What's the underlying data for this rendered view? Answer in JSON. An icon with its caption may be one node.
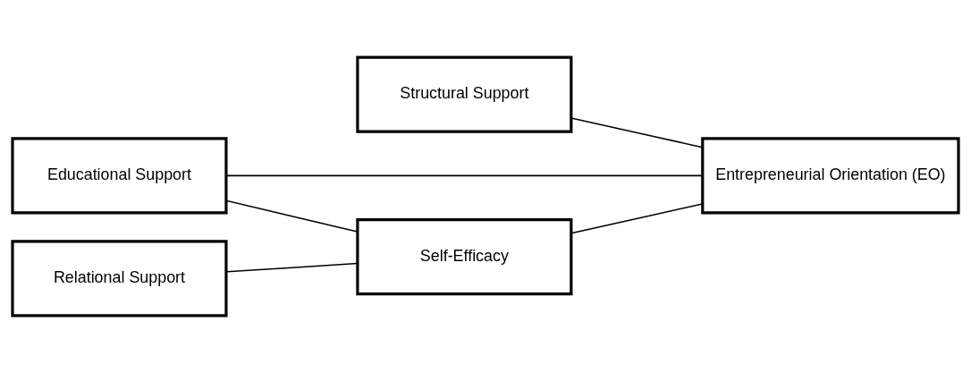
{
  "diagram": {
    "nodes": [
      {
        "text": [
          "Structural Support"
        ]
      },
      {
        "text": [
          "Relational Support"
        ]
      },
      {
        "text": [
          "Educational Support"
        ]
      },
      {
        "text": [
          "Entrepreneurial Orientation (EO)"
        ]
      },
      {
        "text": [
          "Self-Efficacy"
        ]
      }
    ],
    "edges": [
      {
        "from": 0,
        "to": 3,
        "arrow": "none"
      },
      {
        "from": 1,
        "to": 4,
        "arrow": "none"
      },
      {
        "from": 2,
        "to": 3,
        "arrow": "none"
      },
      {
        "from": 2,
        "to": 4,
        "arrow": "none"
      },
      {
        "from": 4,
        "to": 3,
        "arrow": "none"
      }
    ]
  }
}
